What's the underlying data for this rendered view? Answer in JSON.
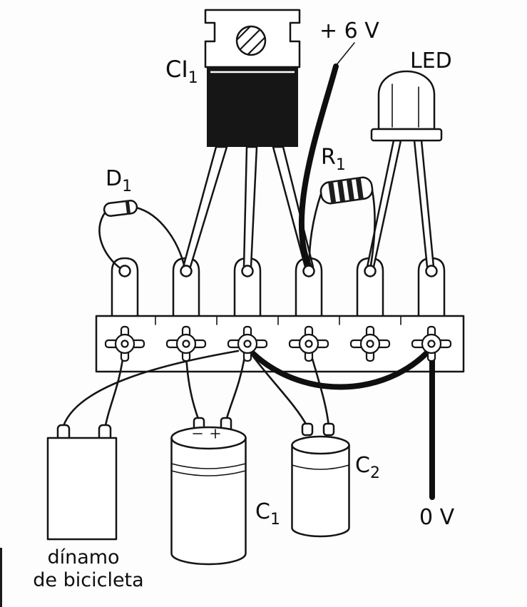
{
  "diagram": {
    "type": "hand-drawn circuit assembly diagram (bicycle dynamo LED regulator on terminal strip)",
    "terminal_strip": {
      "terminal_count": 6
    },
    "colors": {
      "ink": "#141414",
      "paper": "#fdfdfd",
      "ic_body": "#161616"
    },
    "labels": {
      "ci1": {
        "base": "CI",
        "sub": "1"
      },
      "supply": "+ 6 V",
      "led": "LED",
      "r1": {
        "base": "R",
        "sub": "1"
      },
      "d1": {
        "base": "D",
        "sub": "1"
      },
      "c1": {
        "base": "C",
        "sub": "1"
      },
      "c2": {
        "base": "C",
        "sub": "2"
      },
      "ground": "0 V",
      "dynamo_line1": "dínamo",
      "dynamo_line2": "de bicicleta"
    }
  }
}
